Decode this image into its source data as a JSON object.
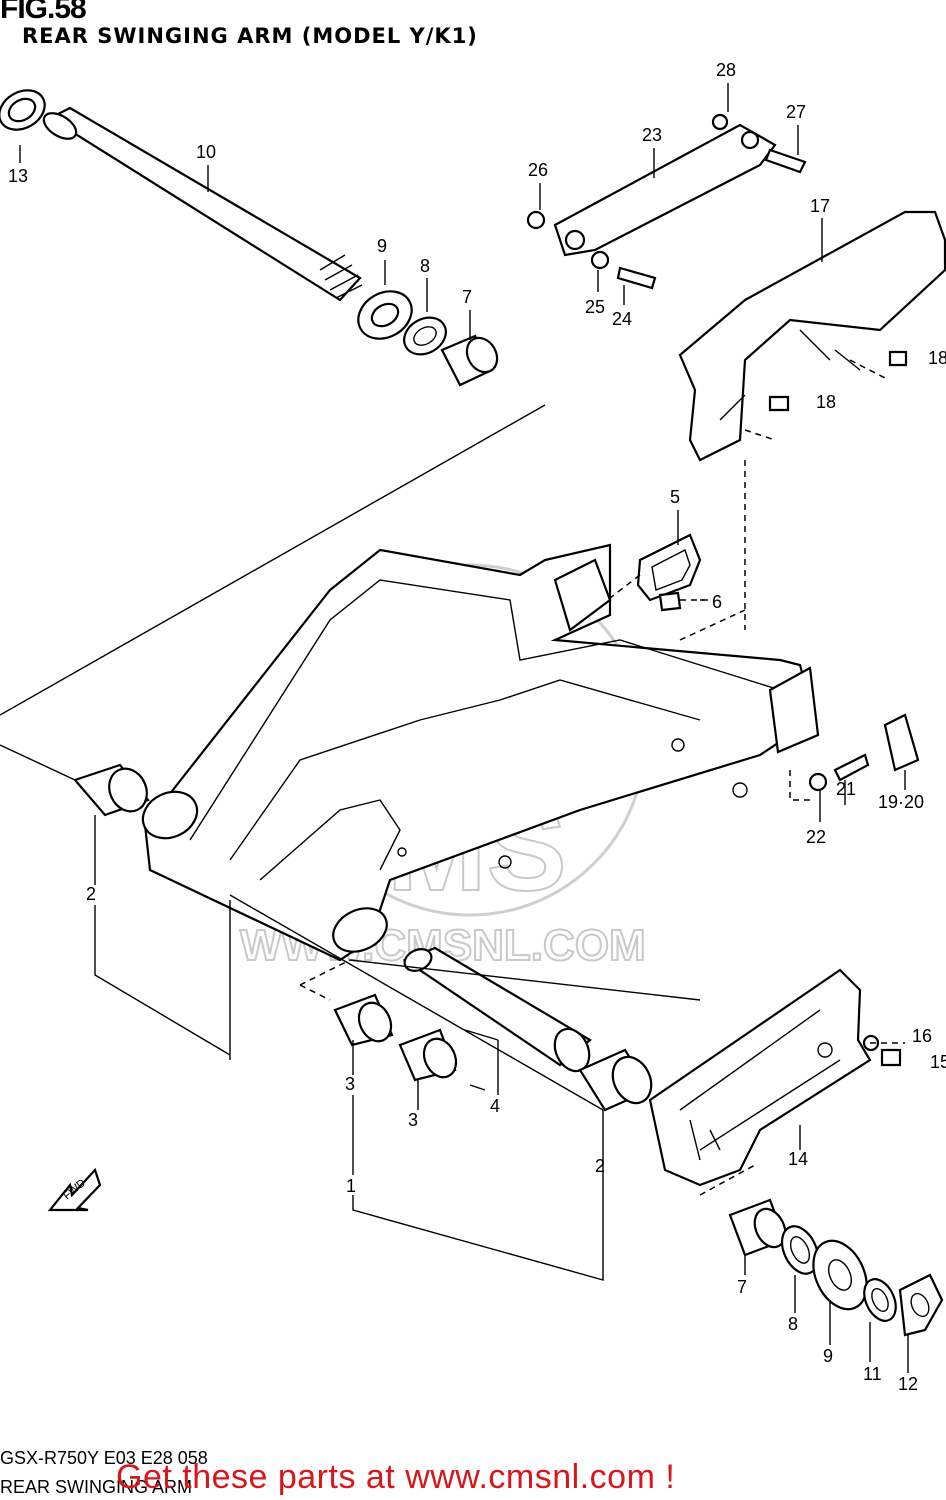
{
  "figure": {
    "title": "FIG.58",
    "subtitle": "REAR SWINGING ARM (MODEL Y/K1)"
  },
  "footer": {
    "code_line_1": "GSX-R750Y E03 E28 058",
    "code_line_2": "REAR SWINGING ARM",
    "promo": "Get these parts at www.cmsnl.com !"
  },
  "watermark": {
    "brand": "CMS",
    "url": "WWW.CMSNL.COM"
  },
  "direction_arrow": "FWD",
  "callouts": [
    {
      "id": "c28",
      "label": "28"
    },
    {
      "id": "c27",
      "label": "27"
    },
    {
      "id": "c23",
      "label": "23"
    },
    {
      "id": "c26",
      "label": "26"
    },
    {
      "id": "c17",
      "label": "17"
    },
    {
      "id": "c25",
      "label": "25"
    },
    {
      "id": "c24",
      "label": "24"
    },
    {
      "id": "c18a",
      "label": "18"
    },
    {
      "id": "c18b",
      "label": "18"
    },
    {
      "id": "c13",
      "label": "13"
    },
    {
      "id": "c10",
      "label": "10"
    },
    {
      "id": "c9a",
      "label": "9"
    },
    {
      "id": "c8a",
      "label": "8"
    },
    {
      "id": "c7a",
      "label": "7"
    },
    {
      "id": "c5",
      "label": "5"
    },
    {
      "id": "c6",
      "label": "6"
    },
    {
      "id": "c1920",
      "label": "19·20"
    },
    {
      "id": "c21",
      "label": "21"
    },
    {
      "id": "c22",
      "label": "22"
    },
    {
      "id": "c2a",
      "label": "2"
    },
    {
      "id": "c3a",
      "label": "3"
    },
    {
      "id": "c3b",
      "label": "3"
    },
    {
      "id": "c4",
      "label": "4"
    },
    {
      "id": "c1",
      "label": "1"
    },
    {
      "id": "c2b",
      "label": "2"
    },
    {
      "id": "c16",
      "label": "16"
    },
    {
      "id": "c15",
      "label": "15"
    },
    {
      "id": "c14",
      "label": "14"
    },
    {
      "id": "c7b",
      "label": "7"
    },
    {
      "id": "c8b",
      "label": "8"
    },
    {
      "id": "c9b",
      "label": "9"
    },
    {
      "id": "c11",
      "label": "11"
    },
    {
      "id": "c12",
      "label": "12"
    }
  ]
}
